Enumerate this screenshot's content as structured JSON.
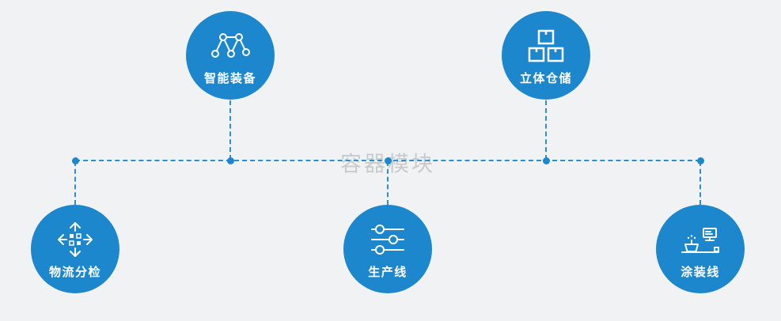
{
  "diagram": {
    "watermark": "容器模块",
    "nodes": [
      {
        "label": "智能装备",
        "icon": "network-icon"
      },
      {
        "label": "立体仓储",
        "icon": "stacked-boxes-icon"
      },
      {
        "label": "物流分检",
        "icon": "sort-move-icon"
      },
      {
        "label": "生产线",
        "icon": "sliders-icon"
      },
      {
        "label": "涂装线",
        "icon": "painting-line-icon"
      }
    ],
    "colors": {
      "circle": "#1d87cd",
      "connector": "#2a8fd2",
      "background": "#f1f2f3",
      "label": "#ffffff",
      "watermark_gray": "#8c8c8c"
    }
  }
}
